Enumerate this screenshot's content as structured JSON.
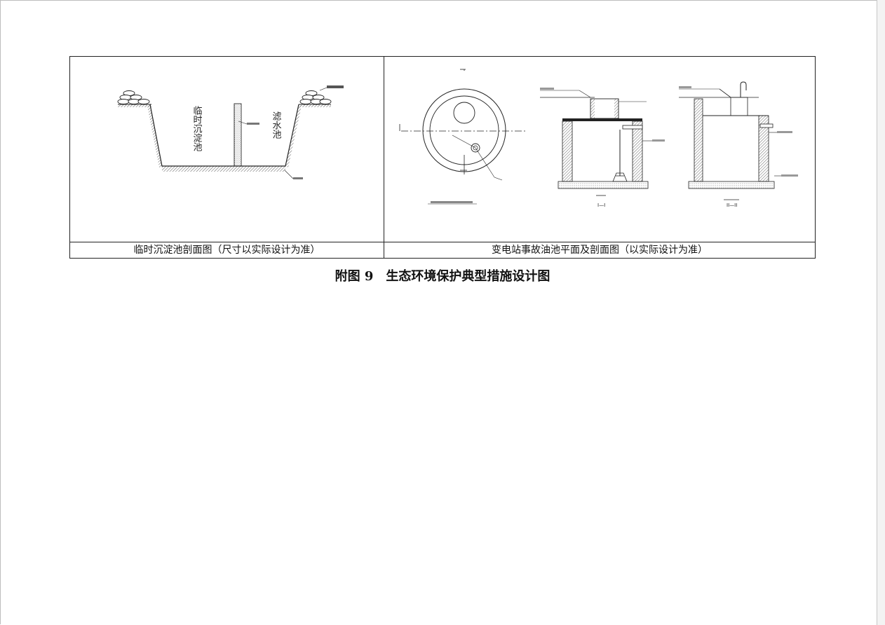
{
  "drawings": {
    "left": {
      "caption": "临时沉淀池剖面图（尺寸以实际设计为准）",
      "label_settling": "临时沉淀池",
      "label_filter": "滤水池"
    },
    "right": {
      "caption": "变电站事故油池平面及剖面图（以实际设计为准）",
      "label_section_1": "I—I",
      "label_section_2": "II—II"
    }
  },
  "figure": {
    "title": "附图 9　生态环境保护典型措施设计图"
  }
}
